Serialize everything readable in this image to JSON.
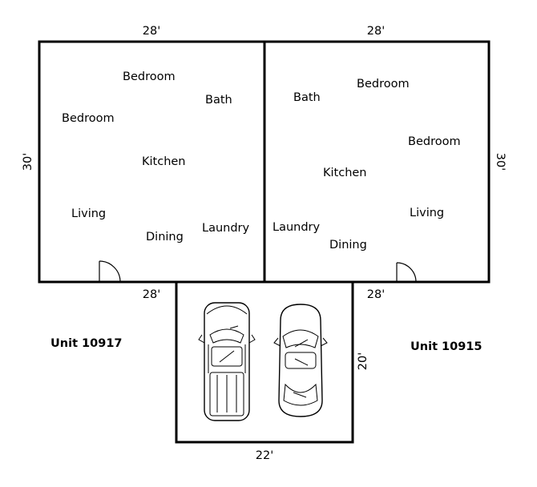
{
  "dimensions": {
    "left_top_width": "28'",
    "right_top_width": "28'",
    "left_height": "30'",
    "right_height": "30'",
    "left_bottom_width": "28'",
    "right_bottom_width": "28'",
    "garage_depth": "20'",
    "garage_width": "22'"
  },
  "units": {
    "left": {
      "name": "Unit 10917",
      "rooms": [
        "Bedroom",
        "Bath",
        "Bedroom",
        "Kitchen",
        "Living",
        "Dining",
        "Laundry"
      ]
    },
    "right": {
      "name": "Unit 10915",
      "rooms": [
        "Bath",
        "Bedroom",
        "Bedroom",
        "Kitchen",
        "Living",
        "Laundry",
        "Dining"
      ]
    }
  },
  "garage": {
    "vehicles": [
      "pickup-truck",
      "sedan"
    ]
  }
}
